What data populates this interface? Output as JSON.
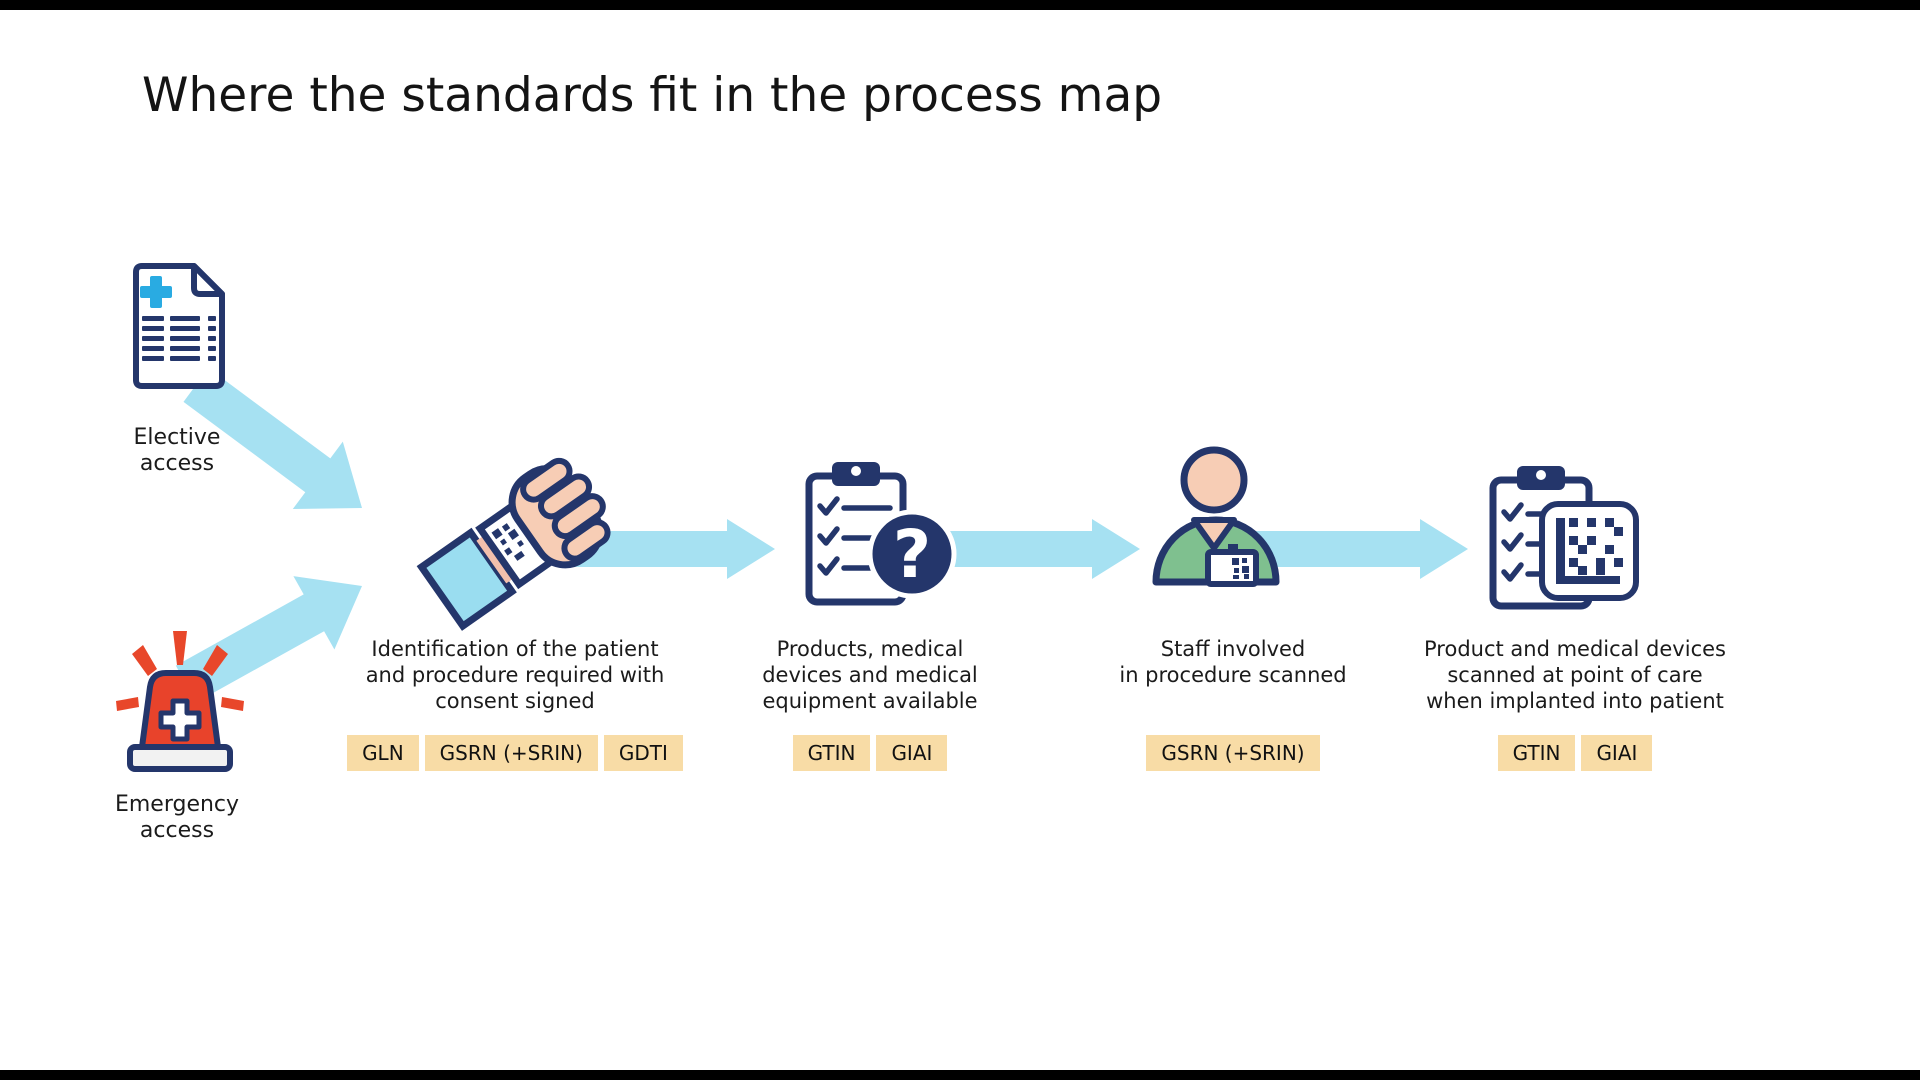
{
  "slide": {
    "title": "Where the standards fit in the process map"
  },
  "access_points": [
    {
      "id": "elective",
      "lines": [
        "Elective",
        "access"
      ]
    },
    {
      "id": "emergency",
      "lines": [
        "Emergency",
        "access"
      ]
    }
  ],
  "stages": [
    {
      "id": "patient-identification",
      "lines": [
        "Identification of the patient",
        "and procedure required with",
        "consent signed"
      ],
      "tags": [
        "GLN",
        "GSRN (+SRIN)",
        "GDTI"
      ]
    },
    {
      "id": "products-available",
      "lines": [
        "Products, medical",
        "devices and medical",
        "equipment available"
      ],
      "tags": [
        "GTIN",
        "GIAI"
      ]
    },
    {
      "id": "staff-scanned",
      "lines": [
        "Staff involved",
        "in procedure scanned"
      ],
      "tags": [
        "GSRN (+SRIN)"
      ]
    },
    {
      "id": "product-scanned-point-of-care",
      "lines": [
        "Product and medical devices",
        "scanned at point of care",
        "when implanted into patient"
      ],
      "tags": [
        "GTIN",
        "GIAI"
      ]
    }
  ],
  "colors": {
    "flow_arrow": "#A6E1F2",
    "outline_navy": "#24366B",
    "tag_background": "#F8DCA6",
    "alert_red": "#E8472A",
    "medical_cyan": "#29ABE2",
    "scrub_green": "#7FC08F",
    "skin": "#F7CDB5"
  }
}
